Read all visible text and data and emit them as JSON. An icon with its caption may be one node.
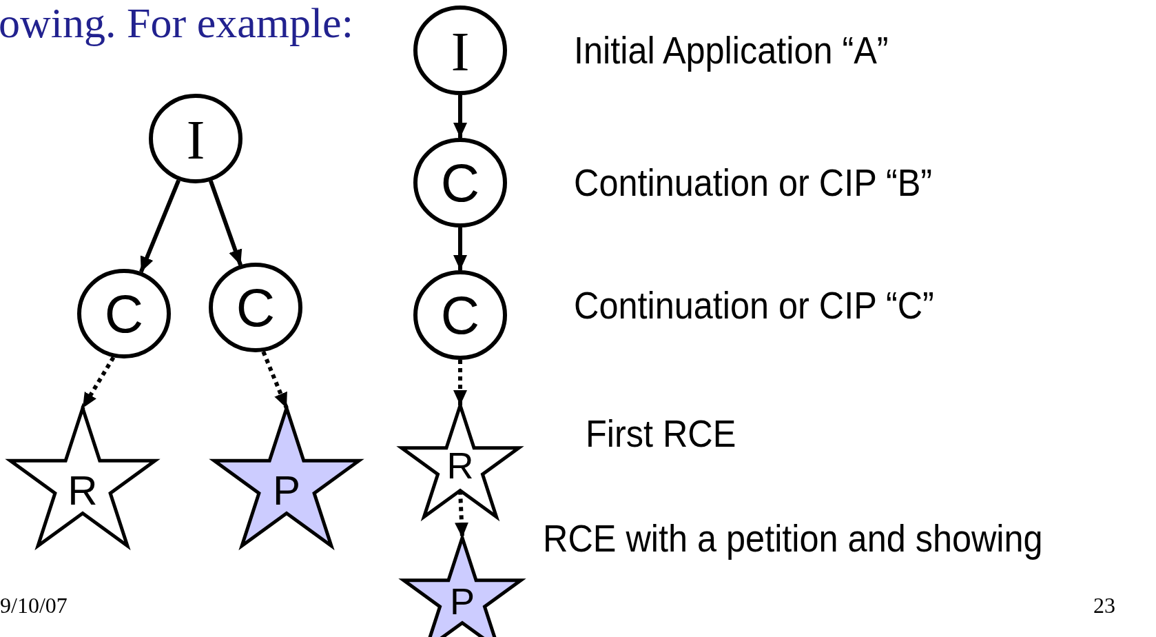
{
  "diagram": {
    "nodes": [
      {
        "text": [
          "I"
        ]
      },
      {
        "text": [
          "C"
        ]
      },
      {
        "text": [
          "C"
        ]
      },
      {
        "text": [
          "R"
        ]
      },
      {
        "text": [
          "P"
        ]
      },
      {
        "text": [
          "I"
        ],
        "beside": [
          "Initial Application “A”"
        ]
      },
      {
        "text": [
          "C"
        ],
        "beside": [
          "Continuation or CIP “B”"
        ]
      },
      {
        "text": [
          "C"
        ],
        "beside": [
          "Continuation or CIP “C”"
        ]
      },
      {
        "text": [
          "R"
        ],
        "beside": [
          "First RCE"
        ]
      },
      {
        "text": [
          "P"
        ],
        "beside": [
          "RCE with a petition and showing"
        ]
      }
    ],
    "edges": [
      {
        "from": 0,
        "to": 1,
        "arrow": "to"
      },
      {
        "from": 0,
        "to": 2,
        "arrow": "to"
      },
      {
        "from": 1,
        "to": 3,
        "arrow": "to",
        "style": "dashed"
      },
      {
        "from": 2,
        "to": 4,
        "arrow": "to",
        "style": "dashed"
      },
      {
        "from": 5,
        "to": 6,
        "arrow": "to"
      },
      {
        "from": 6,
        "to": 7,
        "arrow": "to"
      },
      {
        "from": 7,
        "to": 8,
        "arrow": "to",
        "style": "dashed"
      },
      {
        "from": 8,
        "to": 9,
        "arrow": "to",
        "style": "dashed"
      }
    ],
    "labels": [
      "owing.  For example:",
      "9/10/07",
      "23"
    ]
  }
}
